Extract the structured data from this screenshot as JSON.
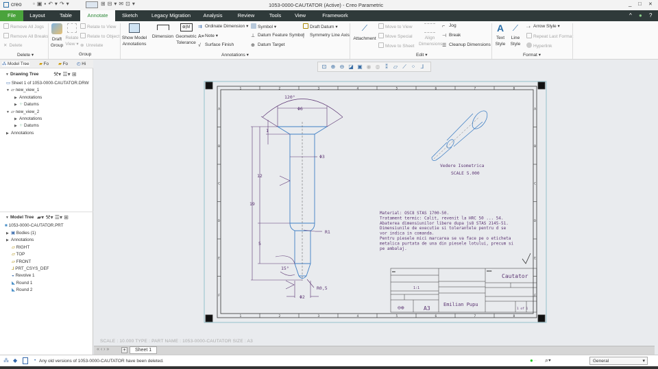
{
  "window": {
    "logo": "creo",
    "title": "1053-0000-CAUTATOR (Active) - Creo Parametric",
    "minimize": "_",
    "maximize": "□",
    "close": "✕"
  },
  "tabs": [
    "File",
    "Layout",
    "Table",
    "Annotate",
    "Sketch",
    "Legacy Migration",
    "Analysis",
    "Review",
    "Tools",
    "View",
    "Framework"
  ],
  "active_tab": "Annotate",
  "ribbon": {
    "delete": {
      "remove_all_jogs": "Remove All Jogs",
      "remove_all_breaks": "Remove All Breaks",
      "delete": "Delete",
      "label": "Delete ▾"
    },
    "group": {
      "draft_group": "Draft",
      "draft_group2": "Group",
      "relate_view": "Relate",
      "relate_view2": "View ▾",
      "relate_to_view": "Relate to View",
      "relate_to_object": "Relate to Object",
      "unrelate": "Unrelate",
      "label": "Group"
    },
    "annotations": {
      "show_model": "Show Model",
      "show_model2": "Annotations",
      "dimension": "Dimension",
      "geometric": "Geometric",
      "geometric2": "Tolerance",
      "ordinate": "Ordinate Dimension ▾",
      "note": "Note ▾",
      "surface_finish": "Surface Finish",
      "symbol": "Symbol ▾",
      "datum_feature": "Datum Feature Symbol",
      "datum_target": "Datum Target",
      "draft_datum": "Draft Datum ▾",
      "symmetry": "Symmetry Line Axis",
      "label": "Annotations ▾"
    },
    "edit": {
      "attachment": "Attachment",
      "move_to_view": "Move to View",
      "move_special": "Move Special",
      "move_to_sheet": "Move to Sheet",
      "align": "Align",
      "align2": "Dimensions",
      "jog": "Jog",
      "break": "Break",
      "cleanup": "Cleanup Dimensions",
      "label": "Edit ▾"
    },
    "format": {
      "text_style": "Text",
      "text_style2": "Style",
      "line_style": "Line",
      "line_style2": "Style",
      "arrow_style": "Arrow Style ▾",
      "repeat_last": "Repeat Last Format",
      "hyperlink": "Hyperlink",
      "label": "Format ▾"
    }
  },
  "left_panel": {
    "tabs": [
      "Model Tree",
      "Fo",
      "Fo",
      "Hi"
    ],
    "drawing_tree": {
      "title": "Drawing Tree",
      "items": [
        "Sheet 1 of 1053-0000-CAUTATOR.DRW",
        "new_view_1",
        "Annotations",
        "Datums",
        "new_view_2",
        "Annotations",
        "Datums",
        "Annotations"
      ]
    },
    "model_tree": {
      "title": "Model Tree",
      "items": [
        "1053-0000-CAUTATOR.PRT",
        "Bodies (1)",
        "Annotations",
        "RIGHT",
        "TOP",
        "FRONT",
        "PRT_CSYS_DEF",
        "Revolve 1",
        "Round 1",
        "Round 2"
      ]
    }
  },
  "drawing": {
    "dims": {
      "angle": "120°",
      "d6": "Φ6",
      "d3": "Φ3",
      "l12": "12",
      "l19": "19",
      "l5": "5",
      "l1": "1",
      "r1": "R1",
      "r05": "R0,5",
      "a15": "15°",
      "d2": "Φ2"
    },
    "iso_label": "Vedere Isometrica",
    "iso_scale": "SCALE 5.000",
    "notes": [
      "Material: OSC8 STAS 1700-50.",
      "Tratament termic: Calit, revenit la HRC 50 ... 54.",
      "Abaterea dimensiunilor libere dupa js8 STAS 2145-51.",
      "Dimensiunile de executie si tolerantele pentru d se",
      "vor indica in comanda.",
      "Pentru piesele mici marcarea se va face pe o eticheta",
      "metalica purtata de una din piesele lotului, precum si",
      "pe ambalaj."
    ],
    "zones_rows": [
      "A",
      "B",
      "C",
      "D",
      "E",
      "F"
    ],
    "zones_cols": [
      "1",
      "2",
      "3",
      "4",
      "5",
      "6",
      "7",
      "8"
    ],
    "title_block": {
      "description": "Cautator",
      "author": "Emilian Pupu",
      "scale": "1:1",
      "size": "A3",
      "sheet": "1 of 1"
    },
    "line_color": "#3f7fc4",
    "dim_color": "#5b3472"
  },
  "status_line": "SCALE : 10.000   TYPE : PART   NAME : 1053-0000-CAUTATOR   SIZE : A3",
  "sheet_tab": "Sheet 1",
  "message": "Any old versions of 1053-0000-CAUTATOR have been deleted.",
  "filter": "General"
}
